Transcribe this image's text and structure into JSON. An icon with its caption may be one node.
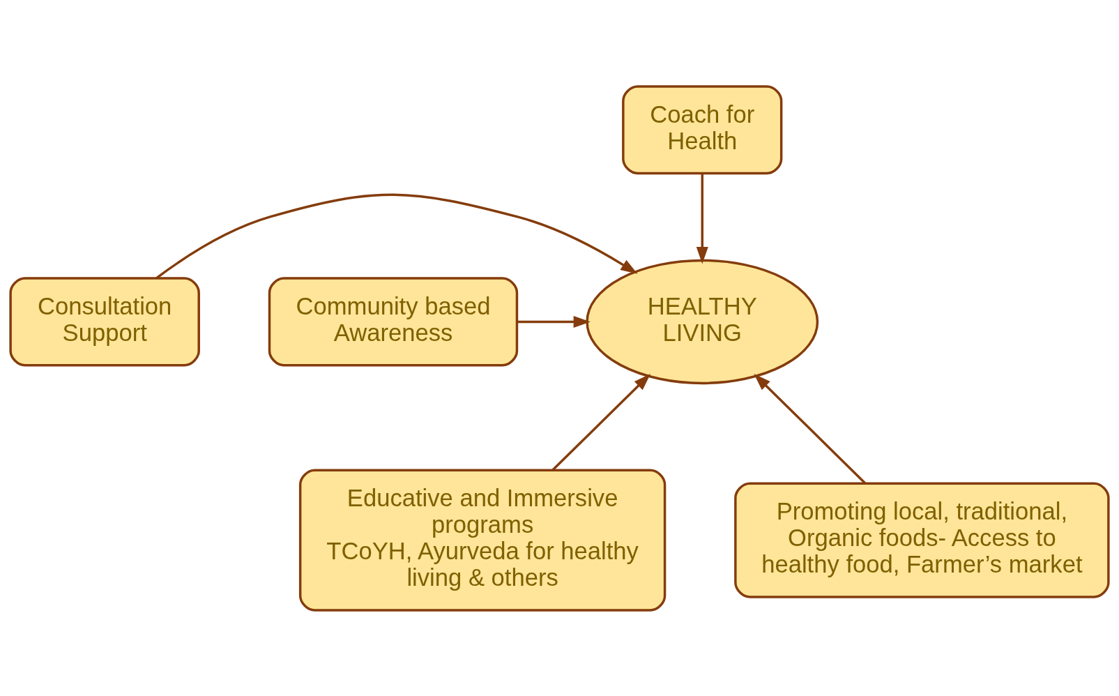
{
  "diagram": {
    "nodes": [
      {
        "text": [
          "Coach for Health"
        ]
      },
      {
        "text": [
          "Consultation Support"
        ]
      },
      {
        "text": [
          "HEALTHY LIVING"
        ]
      },
      {
        "text": [
          "Community based Awareness"
        ]
      },
      {
        "text": [
          "Educative and Immersive programs",
          "TCoYH, Ayurveda for healthy living & others"
        ]
      },
      {
        "text": [
          "Promoting local, traditional, Organic foods- Access to healthy food, Farmer’s market"
        ]
      }
    ],
    "edges": [
      {
        "from": 0,
        "to": 2,
        "arrow": "to"
      },
      {
        "from": 1,
        "to": 2,
        "arrow": "to"
      },
      {
        "from": 3,
        "to": 2,
        "arrow": "to"
      },
      {
        "from": 4,
        "to": 2,
        "arrow": "to"
      },
      {
        "from": 5,
        "to": 2,
        "arrow": "to"
      }
    ]
  }
}
